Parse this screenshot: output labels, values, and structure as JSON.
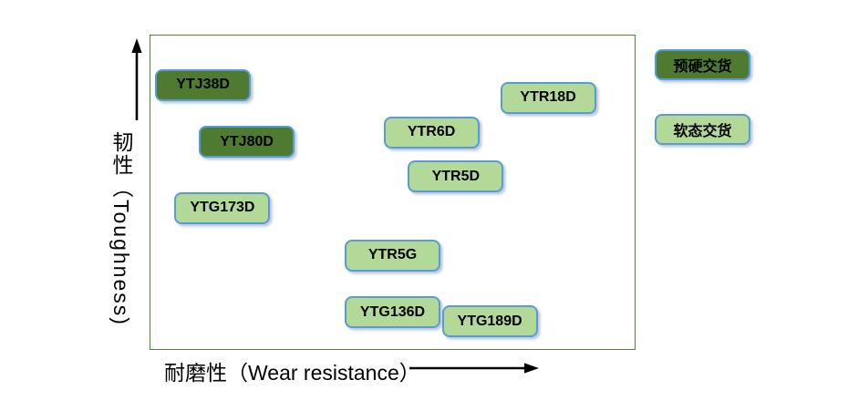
{
  "colors": {
    "background": "#ffffff",
    "plot_border": "#538135",
    "box_border": "#5b9bd5",
    "axis_arrow": "#000000",
    "text": "#000000",
    "prehardened_fill": "#4f7b31",
    "soft_fill": "#b3d998"
  },
  "chart_data": {
    "type": "scatter",
    "title": "",
    "xlabel": "耐磨性（Wear resistance）",
    "ylabel": "韧性（Toughness)",
    "x_axis": {
      "min": 0,
      "max": 100,
      "ticks": [],
      "arrow": true
    },
    "y_axis": {
      "min": 0,
      "max": 100,
      "ticks": [],
      "arrow": true
    },
    "grid": false,
    "legend_position": "outside-top-right",
    "legend": [
      {
        "label": "预硬交货",
        "fill": "#4f7b31"
      },
      {
        "label": "软态交货",
        "fill": "#b3d998"
      }
    ],
    "series": [
      {
        "name": "预硬交货",
        "fill": "#4f7b31",
        "points": [
          {
            "label": "YTJ38D",
            "x": 11,
            "y": 84
          },
          {
            "label": "YTJ80D",
            "x": 20,
            "y": 66
          }
        ]
      },
      {
        "name": "软态交货",
        "fill": "#b3d998",
        "points": [
          {
            "label": "YTR18D",
            "x": 82,
            "y": 80
          },
          {
            "label": "YTR6D",
            "x": 58,
            "y": 69
          },
          {
            "label": "YTR5D",
            "x": 63,
            "y": 55
          },
          {
            "label": "YTG173D",
            "x": 15,
            "y": 45
          },
          {
            "label": "YTR5G",
            "x": 50,
            "y": 30
          },
          {
            "label": "YTG136D",
            "x": 50,
            "y": 12
          },
          {
            "label": "YTG189D",
            "x": 70,
            "y": 9
          }
        ]
      }
    ]
  }
}
